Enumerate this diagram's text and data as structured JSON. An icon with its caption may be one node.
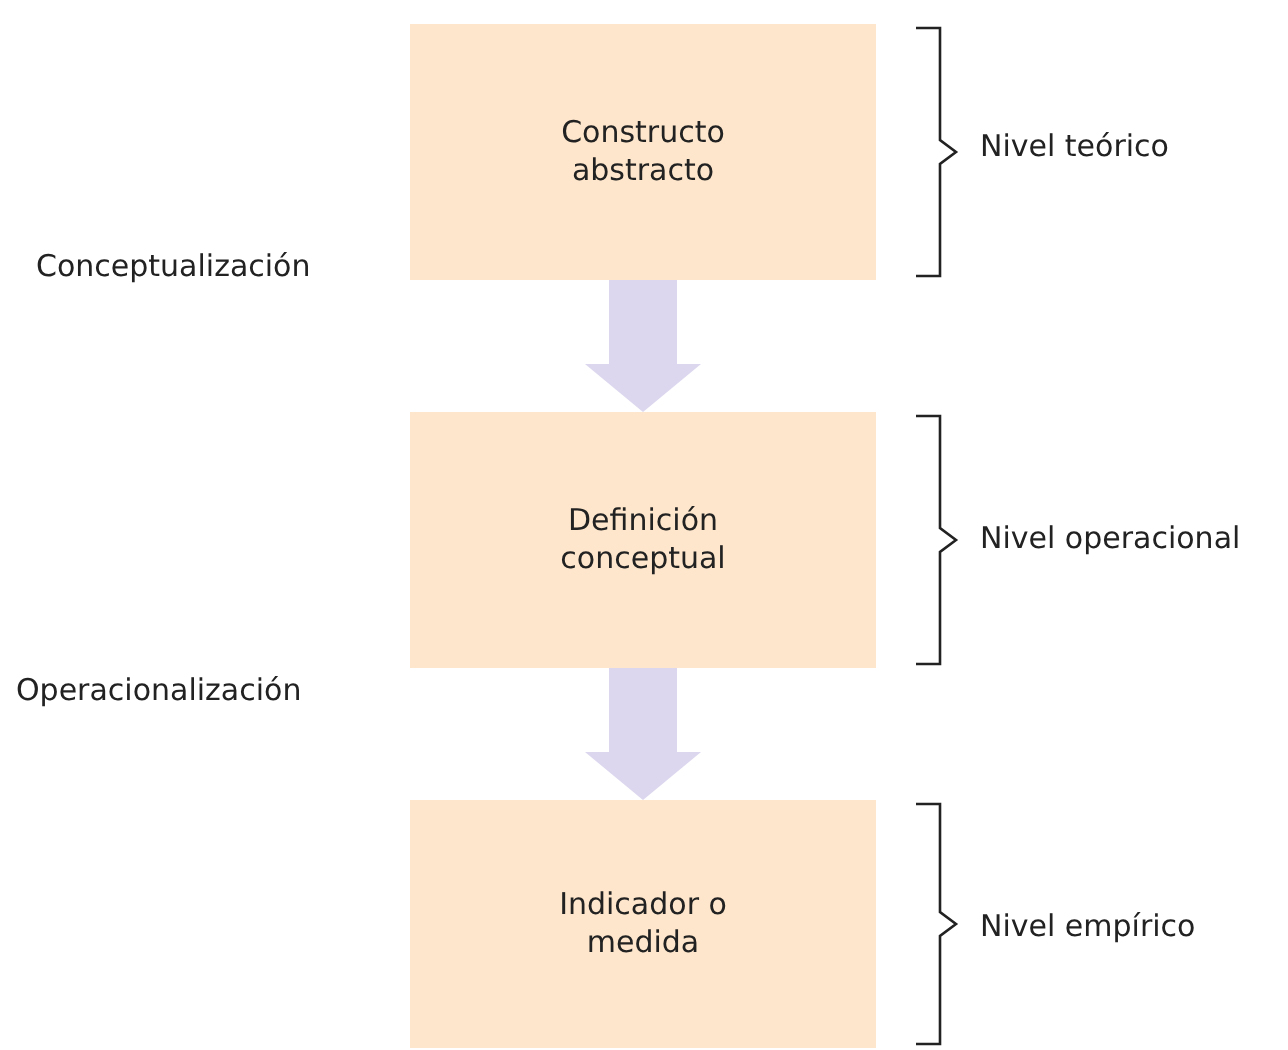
{
  "diagram": {
    "nodes": [
      {
        "text": [
          "Constructo abstracto"
        ]
      },
      {
        "text": [
          "Definición conceptual"
        ]
      },
      {
        "text": [
          "Indicador o medida"
        ]
      }
    ],
    "edges": [
      {
        "from": 0,
        "to": 1,
        "arrow": "to"
      },
      {
        "from": 1,
        "to": 2,
        "arrow": "to"
      }
    ],
    "labels": [
      "Nivel teórico",
      "Conceptualización",
      "Nivel operacional",
      "Operacionalización",
      "Nivel empírico"
    ]
  }
}
